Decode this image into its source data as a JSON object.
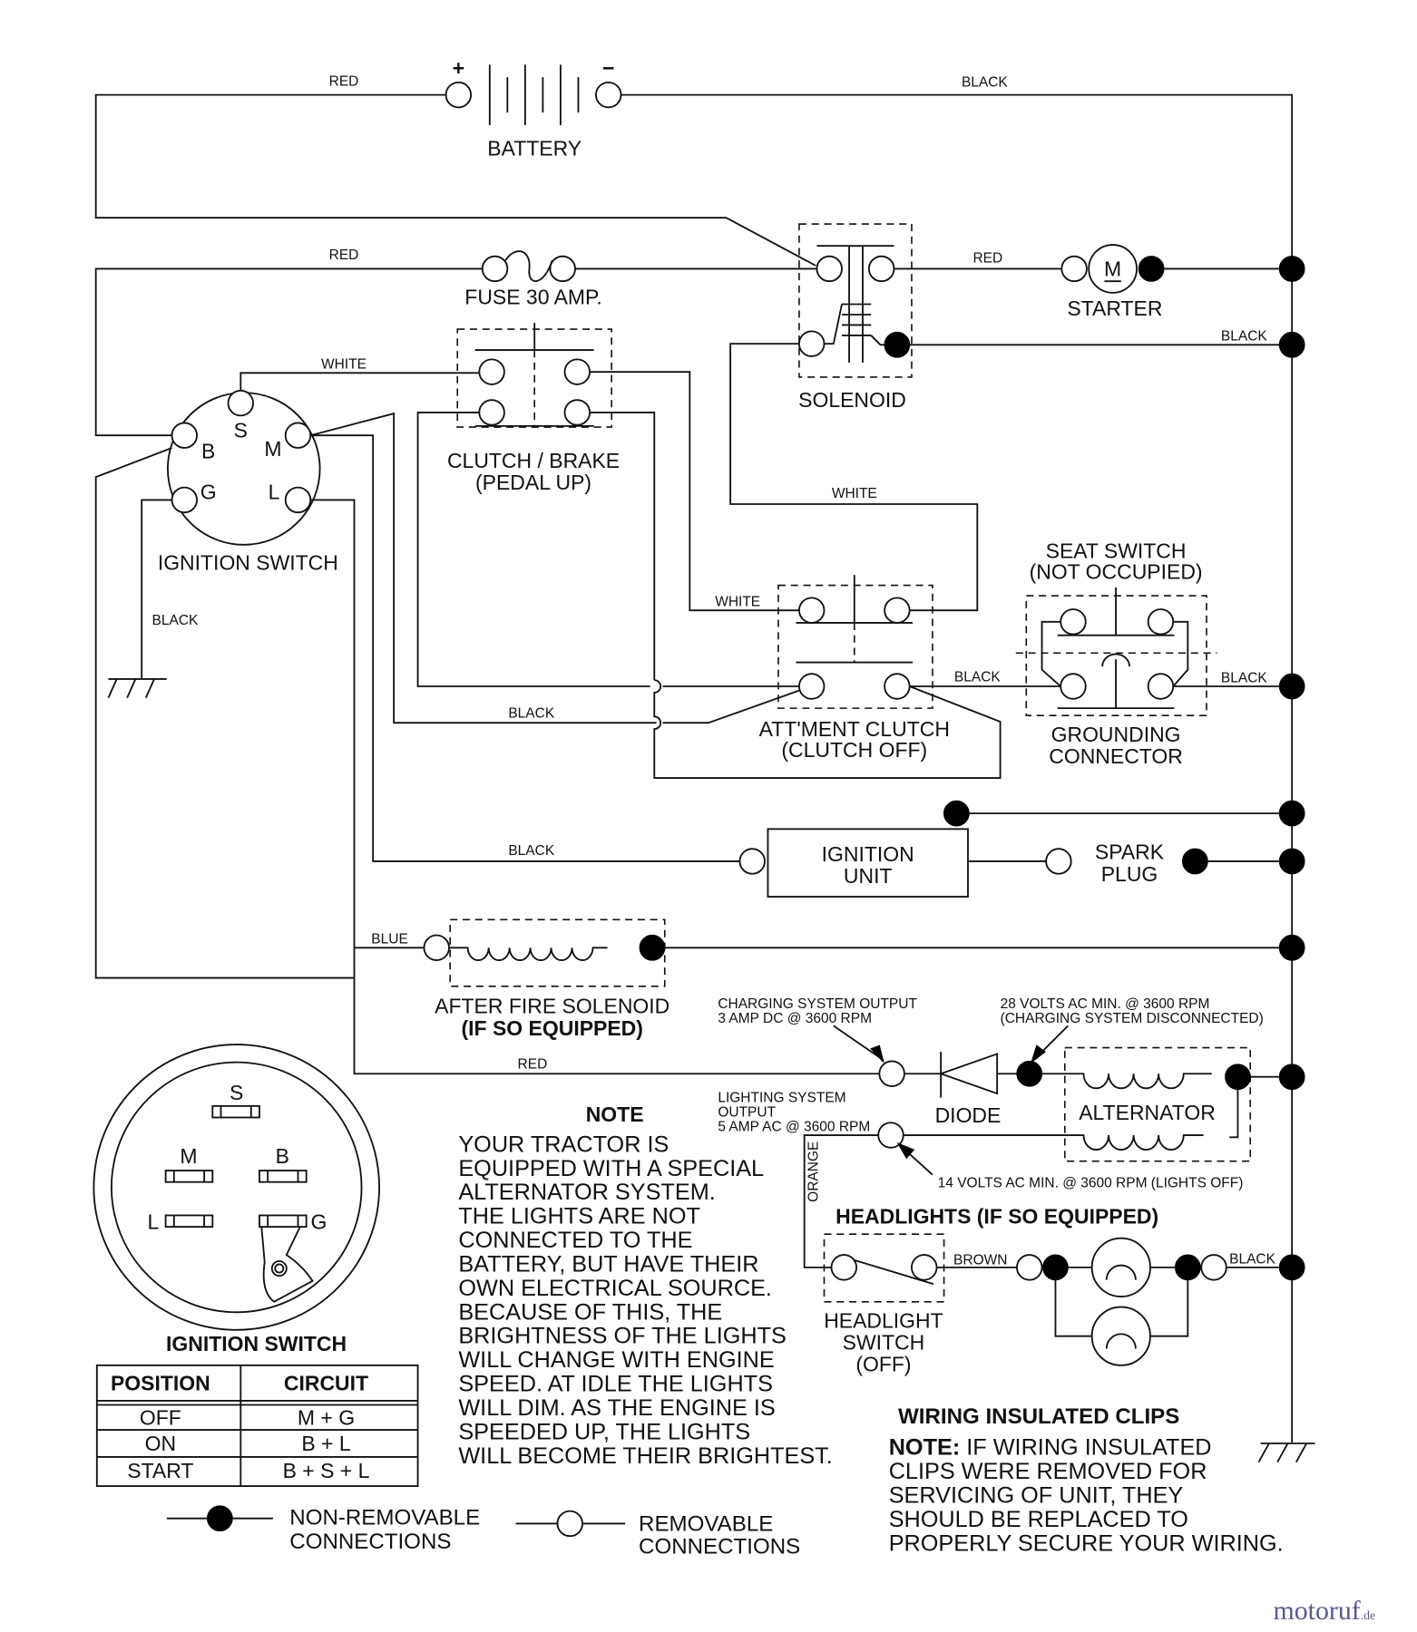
{
  "diagram": {
    "battery": {
      "label": "BATTERY",
      "plus": "+",
      "minus": "−"
    },
    "wires": {
      "red_battery": "RED",
      "black_battery": "BLACK",
      "red_fuse": "RED",
      "white_switch": "WHITE",
      "red_starter": "RED",
      "black_solenoid": "BLACK",
      "white_solenoid": "WHITE",
      "white_attment": "WHITE",
      "black_ground": "BLACK",
      "black_attment_seat": "BLACK",
      "black_seat_bus": "BLACK",
      "black_m": "BLACK",
      "black_ignition": "BLACK",
      "blue": "BLUE",
      "red_charging": "RED",
      "orange": "ORANGE",
      "brown": "BROWN",
      "black_headlight": "BLACK"
    },
    "components": {
      "fuse": "FUSE 30 AMP.",
      "solenoid": "SOLENOID",
      "starter": "STARTER",
      "starter_symbol": "M",
      "clutch_brake": [
        "CLUTCH / BRAKE",
        "(PEDAL UP)"
      ],
      "ignition_switch": "IGNITION SWITCH",
      "ignition_terminals": {
        "s": "S",
        "b": "B",
        "m": "M",
        "g": "G",
        "l": "L"
      },
      "attment_clutch": [
        "ATT'MENT CLUTCH",
        "(CLUTCH OFF)"
      ],
      "seat_switch": [
        "SEAT SWITCH",
        "(NOT OCCUPIED)"
      ],
      "grounding_connector": [
        "GROUNDING",
        "CONNECTOR"
      ],
      "ignition_unit": [
        "IGNITION",
        "UNIT"
      ],
      "spark_plug": [
        "SPARK",
        "PLUG"
      ],
      "after_fire_solenoid": [
        "AFTER FIRE SOLENOID",
        "(IF SO EQUIPPED)"
      ],
      "diode": "DIODE",
      "alternator": "ALTERNATOR",
      "headlights": "HEADLIGHTS (IF SO EQUIPPED)",
      "headlight_switch": [
        "HEADLIGHT",
        "SWITCH",
        "(OFF)"
      ]
    },
    "annotations": {
      "charging_output": [
        "CHARGING SYSTEM OUTPUT",
        "3 AMP DC @ 3600 RPM"
      ],
      "volts_28": [
        "28 VOLTS AC MIN. @ 3600 RPM",
        "(CHARGING SYSTEM DISCONNECTED)"
      ],
      "lighting_output": [
        "LIGHTING SYSTEM",
        "OUTPUT",
        "5 AMP AC @ 3600 RPM"
      ],
      "volts_14": "14 VOLTS AC MIN. @ 3600 RPM (LIGHTS OFF)"
    },
    "note": {
      "title": "NOTE",
      "lines": [
        "YOUR TRACTOR IS",
        "EQUIPPED WITH A SPECIAL",
        "ALTERNATOR SYSTEM.",
        "THE LIGHTS ARE NOT",
        "CONNECTED TO THE",
        "BATTERY, BUT HAVE THEIR",
        "OWN ELECTRICAL SOURCE.",
        "BECAUSE OF THIS, THE",
        "BRIGHTNESS OF THE LIGHTS",
        "WILL CHANGE WITH ENGINE",
        "SPEED.  AT IDLE THE LIGHTS",
        "WILL DIM.  AS THE ENGINE IS",
        "SPEEDED UP, THE LIGHTS",
        "WILL BECOME THEIR BRIGHTEST."
      ]
    },
    "switch_detail": {
      "title": "IGNITION SWITCH",
      "terminals": {
        "s": "S",
        "m": "M",
        "b": "B",
        "l": "L",
        "g": "G"
      },
      "table": {
        "headers": [
          "POSITION",
          "CIRCUIT"
        ],
        "rows": [
          [
            "OFF",
            "M + G"
          ],
          [
            "ON",
            "B + L"
          ],
          [
            "START",
            "B + S + L"
          ]
        ]
      }
    },
    "legend": {
      "non_removable": [
        "NON-REMOVABLE",
        "CONNECTIONS"
      ],
      "removable": [
        "REMOVABLE",
        "CONNECTIONS"
      ]
    },
    "clips": {
      "title": "WIRING INSULATED CLIPS",
      "note_prefix": "NOTE:",
      "first_line": "IF WIRING INSULATED",
      "lines": [
        "CLIPS WERE REMOVED FOR",
        "SERVICING OF UNIT, THEY",
        "SHOULD BE REPLACED TO",
        "PROPERLY SECURE YOUR WIRING."
      ]
    },
    "watermark": {
      "text": "motoruf",
      "suffix": ".de",
      "color": "#5a5a8c"
    }
  }
}
